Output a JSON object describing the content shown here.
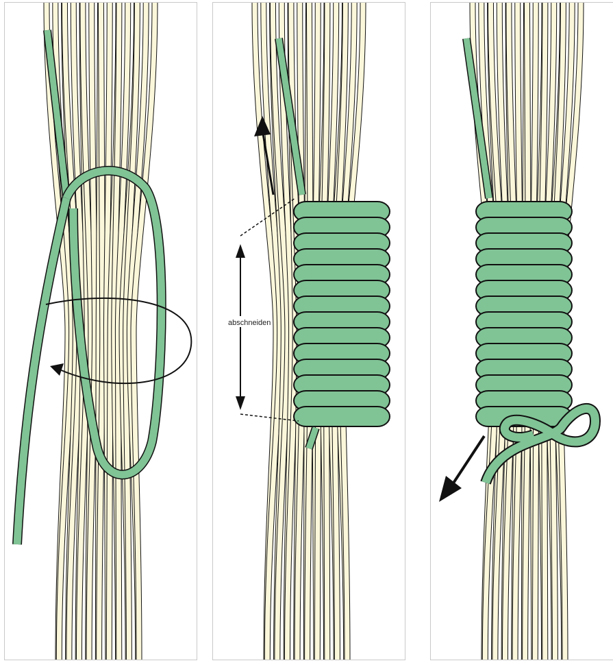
{
  "figure": {
    "panels": [
      {
        "id": "step-1",
        "arrow": "wrap-around"
      },
      {
        "id": "step-2",
        "arrow": "pull-up",
        "label": "abschneiden"
      },
      {
        "id": "step-3",
        "arrow": "pull-down"
      }
    ]
  },
  "colors": {
    "cord": "#80c395",
    "fiber": "#fbf7db",
    "outline": "#111111",
    "frame": "#c9c9c9"
  }
}
